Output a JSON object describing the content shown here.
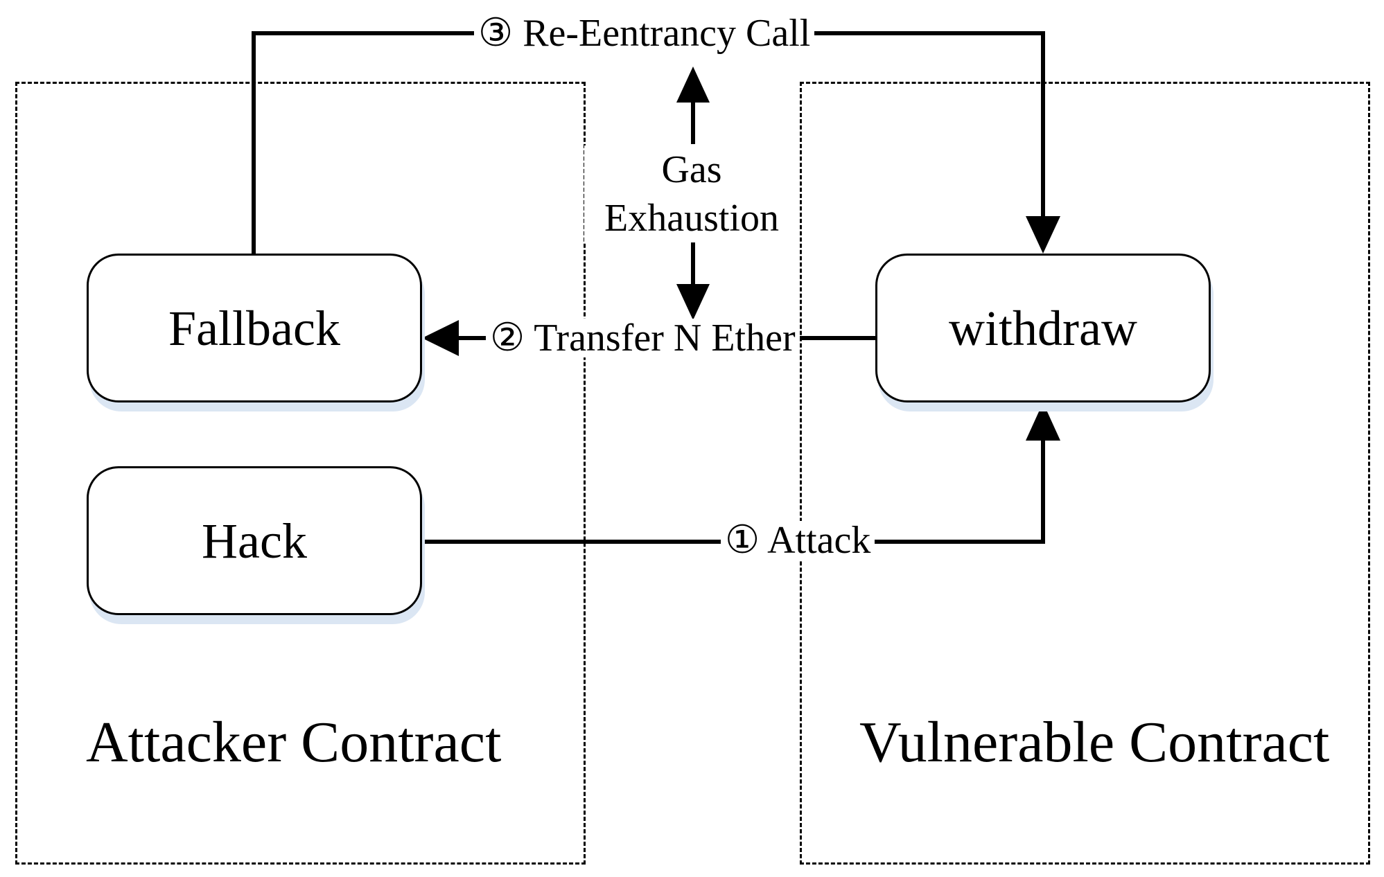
{
  "regions": {
    "attacker": {
      "title": "Attacker Contract"
    },
    "vulnerable": {
      "title": "Vulnerable Contract"
    }
  },
  "nodes": {
    "fallback": "Fallback",
    "hack": "Hack",
    "withdraw": "withdraw"
  },
  "edges": {
    "reentrancy_call": "③ Re-Eentrancy Call",
    "transfer": "② Transfer N Ether",
    "attack": "① Attack"
  },
  "gas_exhaustion": {
    "line1": "Gas",
    "line2": "Exhaustion"
  }
}
